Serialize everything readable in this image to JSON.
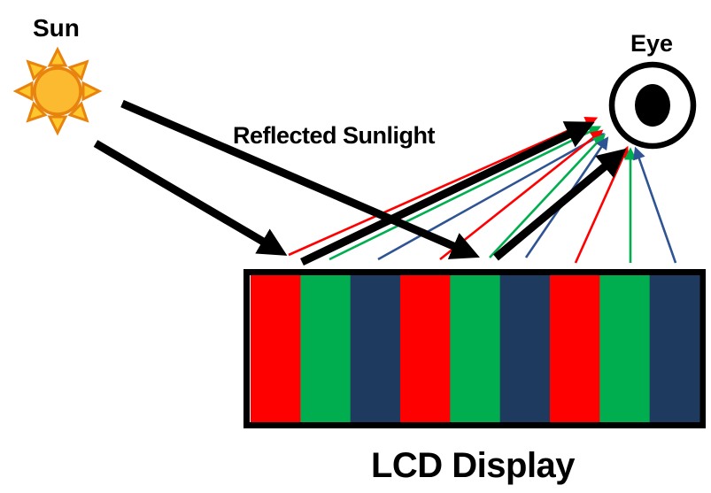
{
  "labels": {
    "sun": "Sun",
    "eye": "Eye",
    "reflected_sunlight": "Reflected Sunlight",
    "lcd_display": "LCD Display"
  },
  "colors": {
    "black": "#000000",
    "white": "#ffffff",
    "red": "#FE0000",
    "green": "#00AE4F",
    "navy": "#1E3A5E",
    "line_blue": "#2F5493",
    "sun_fill": "#FBBA2F",
    "sun_ray_fill": "#FFC72E",
    "sun_stroke": "#E8830D"
  },
  "display": {
    "stripes": [
      "red",
      "green",
      "navy",
      "red",
      "green",
      "navy",
      "red",
      "green",
      "navy"
    ]
  }
}
